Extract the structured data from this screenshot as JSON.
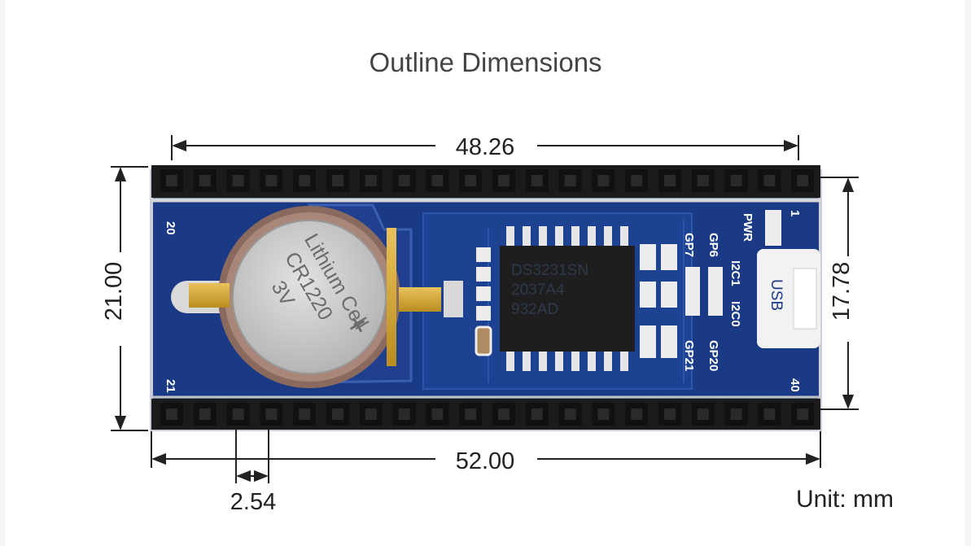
{
  "title": "Outline Dimensions",
  "unit_label": "Unit: mm",
  "dimensions": {
    "top_width": "48.26",
    "bottom_width": "52.00",
    "left_height": "21.00",
    "right_height": "17.78",
    "pin_pitch": "2.54"
  },
  "board_labels": {
    "pin_20": "20",
    "pin_21": "21",
    "pin_1": "1",
    "pin_40": "40",
    "pwr": "PWR",
    "gp6": "GP6",
    "gp7": "GP7",
    "gp20": "GP20",
    "gp21": "GP21",
    "i2c1": "I2C1",
    "i2c0": "I2C0",
    "usb": "USB",
    "chip_line1": "DS3231SN",
    "chip_line2": "2037A4",
    "chip_line3": "932AD",
    "cell_line1": "Lithium Cell",
    "cell_line2": "CR1220",
    "cell_line3": "3V",
    "cell_plus": "+"
  },
  "colors": {
    "pcb": "#1a3a86",
    "header": "#1b1b1b",
    "dimension_line": "#222222"
  }
}
